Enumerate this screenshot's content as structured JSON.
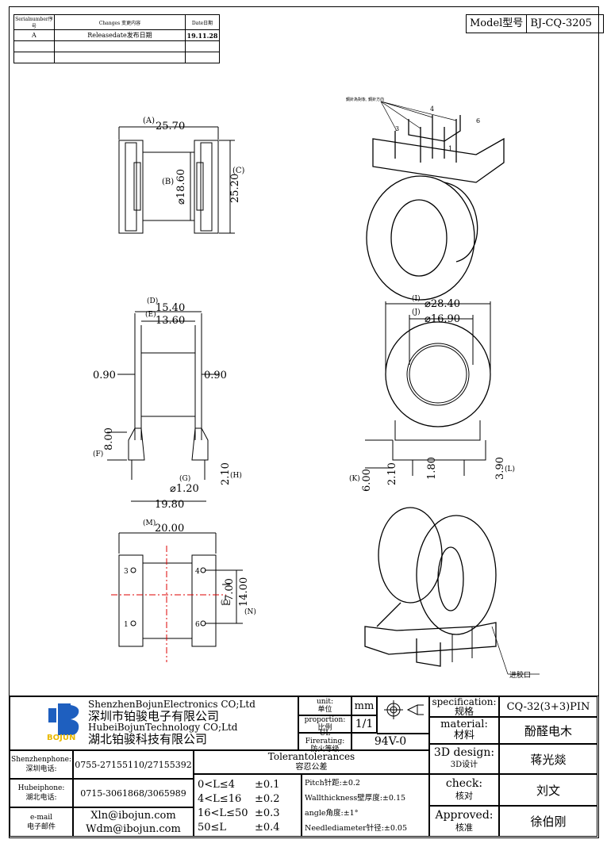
{
  "revision_table": {
    "headers": [
      "Serialnumber序号",
      "Changes 变更内容",
      "Date日期"
    ],
    "rows": [
      [
        "A",
        "Releasedate发布日期",
        "19.11.28"
      ],
      [
        "",
        "",
        ""
      ],
      [
        "",
        "",
        ""
      ]
    ]
  },
  "model": {
    "label": "Model型号",
    "value": "BJ-CQ-3205"
  },
  "views": {
    "top_left": {
      "A": "(A)",
      "A_val": "25.70",
      "B": "(B)",
      "B_val": "⌀18.60",
      "C": "(C)",
      "C_val": "25.20"
    },
    "iso_top": {
      "note": "鋼針為對象, 鋼針方向",
      "pins": [
        "4",
        "6",
        "3",
        "1"
      ]
    },
    "front": {
      "D": "(D)",
      "D_val": "15.40",
      "E": "(E)",
      "E_val": "13.60",
      "wall_l": "0.90",
      "wall_r": "0.90",
      "F": "(F)",
      "F_val": "8.00",
      "G": "(G)",
      "G_val": "⌀1.20",
      "H": "(H)",
      "H_val": "2.10",
      "width": "19.80"
    },
    "side": {
      "I": "(I)",
      "I_val": "⌀28.40",
      "J": "(J)",
      "J_val": "⌀16.90",
      "K": "(K)",
      "K_val": "6.00",
      "d1": "2.10",
      "d2": "1.80",
      "L_val": "3.90",
      "L": "(L)"
    },
    "bottom": {
      "M": "(M)",
      "M_val": "20.00",
      "O": "(O)",
      "O_val": "7.00",
      "N": "(N)",
      "N_val": "14.00",
      "pins": [
        "3",
        "4",
        "1",
        "6"
      ]
    },
    "iso_bottom": {
      "note": "进胶口"
    }
  },
  "title_block": {
    "company": [
      "ShenzhenBojunElectronics CO;Ltd",
      "深圳市铂骏电子有限公司",
      "HubeiBojunTechnology CO;Ltd",
      "湖北铂骏科技有限公司"
    ],
    "logo_text": "BOJUN",
    "unit_label": [
      "unit:",
      "单位"
    ],
    "unit": "mm",
    "proportion_label": [
      "proportion:",
      "比例"
    ],
    "proportion": "1/1",
    "ul_label": [
      "UL Firerating:",
      "防火等级"
    ],
    "ul": "94V-0",
    "spec_label": [
      "specification:",
      "规格"
    ],
    "spec": "CQ-32(3+3)PIN",
    "material_label": [
      "material:",
      "材料"
    ],
    "material": "酚醛电木",
    "design_label": [
      "3D design:",
      "3D设计"
    ],
    "design": "蒋光燚",
    "check_label": [
      "check:",
      "核对"
    ],
    "check": "刘文",
    "approved_label": [
      "Approved:",
      "核准"
    ],
    "approved": "徐伯刚",
    "tolerances_title": [
      "Tolerantolerances",
      "容忍公差"
    ],
    "tolerances": [
      [
        "0<L≤4",
        "±0.1"
      ],
      [
        "4<L≤16",
        "±0.2"
      ],
      [
        "16<L≤50",
        "±0.3"
      ],
      [
        "50≤L",
        "±0.4"
      ]
    ],
    "tol_notes": [
      "Pitch针距:±0.2",
      "Wallthickness壁厚度:±0.15",
      "angle角度:±1°",
      "Needlediameter针径:±0.05"
    ],
    "contacts": [
      {
        "label": [
          "Shenzhenphone:",
          "深圳电话:"
        ],
        "value": [
          "0755-27155110/27155392"
        ]
      },
      {
        "label": [
          "Hubeiphone:",
          "湖北电话:"
        ],
        "value": [
          "0715-3061868/3065989"
        ]
      },
      {
        "label": [
          "e-mail",
          "电子邮件"
        ],
        "value": [
          "Xln@ibojun.com",
          "Wdm@ibojun.com"
        ]
      }
    ]
  }
}
